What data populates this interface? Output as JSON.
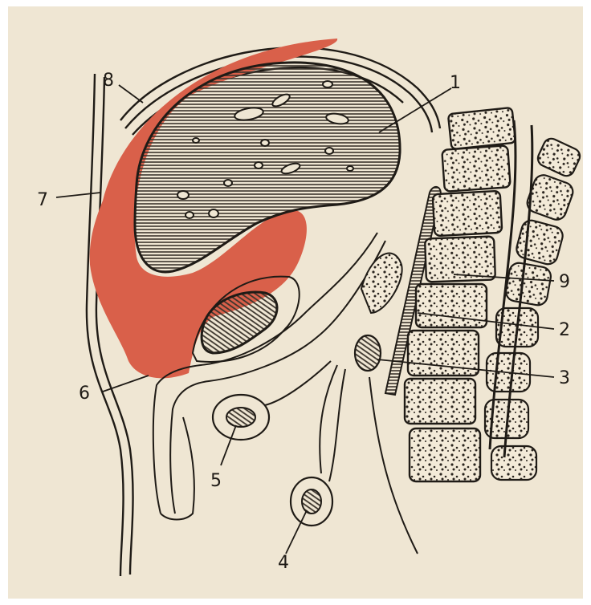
{
  "colors": {
    "paper": "#efe6d3",
    "ink": "#1f1b16",
    "fluid": "#d9604a",
    "hatch": "#3b342c"
  },
  "labels": [
    "1",
    "2",
    "3",
    "4",
    "5",
    "6",
    "7",
    "8",
    "9"
  ],
  "structures": [
    {
      "icon": "liver-organ"
    },
    {
      "icon": "kidney-organ"
    },
    {
      "icon": "peritoneal-fluid-region"
    },
    {
      "icon": "vertebral-column"
    },
    {
      "icon": "abdominal-wall"
    },
    {
      "icon": "small-vessel-loop"
    }
  ]
}
